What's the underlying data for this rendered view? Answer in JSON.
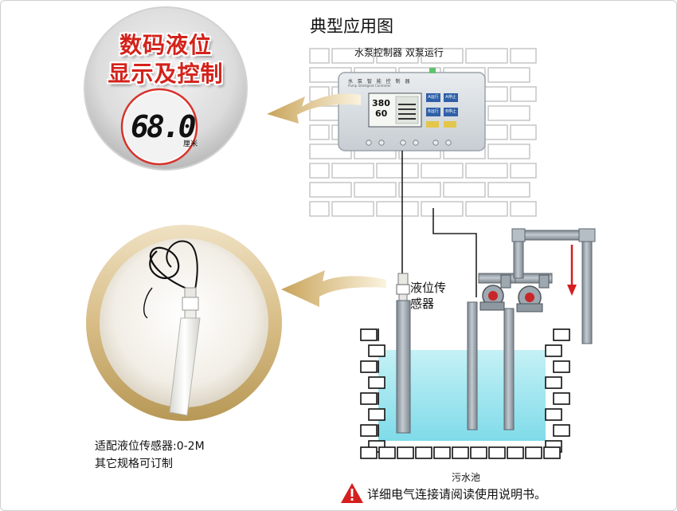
{
  "diagram": {
    "title": "典型应用图",
    "controller_caption": "水泵控制器 双泵运行",
    "sensor_label": "液位传感器",
    "adapt_line1": "适配液位传感器:0-2M",
    "adapt_line2": "其它规格可订制",
    "pool_label": "污水池",
    "warning_text": "详细电气连接请阅读使用说明书。",
    "warning_icon": "warning-triangle-icon"
  },
  "display_callout": {
    "title_line1": "数码液位",
    "title_line2": "显示及控制",
    "reading": "68.0",
    "unit": "厘米"
  },
  "panel": {
    "title": "水 泵 智 能 控 制 器",
    "subtitle": "Pump Intelligent Controller",
    "lcd_value1": "380",
    "lcd_value2": "60",
    "btn_a_run": "A运行",
    "btn_a_stop": "A停止",
    "btn_b_run": "B运行",
    "btn_b_stop": "B停止"
  },
  "colors": {
    "brick_outline": "#c6c6c6",
    "water": "#a7e8f1",
    "pipe": "#9aa4ad",
    "arrow_gold": "#c9a45a",
    "warning_red": "#d51f1f",
    "title_red": "#d3221b"
  }
}
